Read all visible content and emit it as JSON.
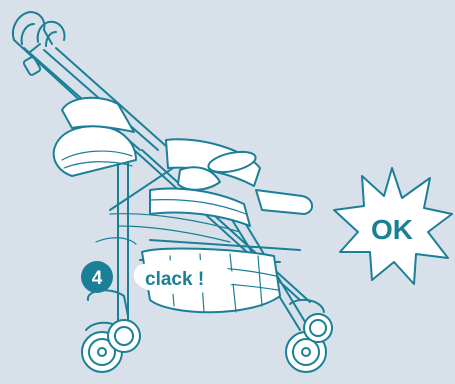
{
  "step": {
    "number": "4"
  },
  "callout": {
    "text": "clack !"
  },
  "status_burst": {
    "text": "OK"
  },
  "colors": {
    "background": "#d8e1ea",
    "line": "#1b7f98",
    "step_badge": "#1b7f98",
    "fill": "#ffffff"
  },
  "icons": {
    "step_badge": "numbered-circle",
    "burst": "starburst-icon",
    "illustration": "stroller-illustration"
  }
}
